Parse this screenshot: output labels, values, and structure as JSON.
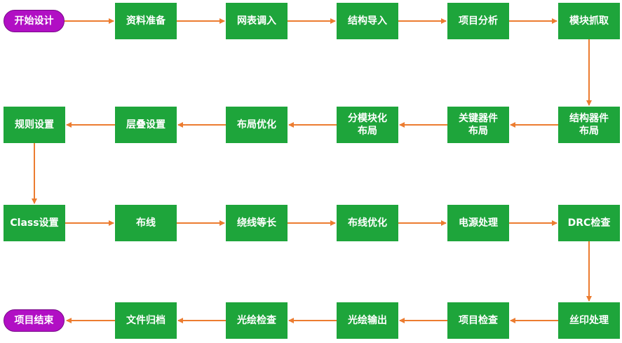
{
  "colors": {
    "process_box": "#1ea53b",
    "terminal_pill": "#b10fc4",
    "arrow": "#ec7c30",
    "text": "#ffffff"
  },
  "nodes": {
    "start": "开始设计",
    "data_prep": "资料准备",
    "netlist_import": "网表调入",
    "structure_import": "结构导入",
    "project_analysis": "项目分析",
    "module_grab": "模块抓取",
    "structure_device_layout": "结构器件\n布局",
    "key_device_layout": "关键器件\n布局",
    "module_layout": "分模块化\n布局",
    "layout_optimize": "布局优化",
    "stackup_setup": "层叠设置",
    "rule_setup": "规则设置",
    "class_setup": "Class设置",
    "routing": "布线",
    "length_matching": "绕线等长",
    "routing_optimize": "布线优化",
    "power_processing": "电源处理",
    "drc_check": "DRC检查",
    "silkscreen_processing": "丝印处理",
    "project_check": "项目检查",
    "gerber_output": "光绘输出",
    "gerber_check": "光绘检查",
    "file_archive": "文件归档",
    "end": "项目结束"
  }
}
